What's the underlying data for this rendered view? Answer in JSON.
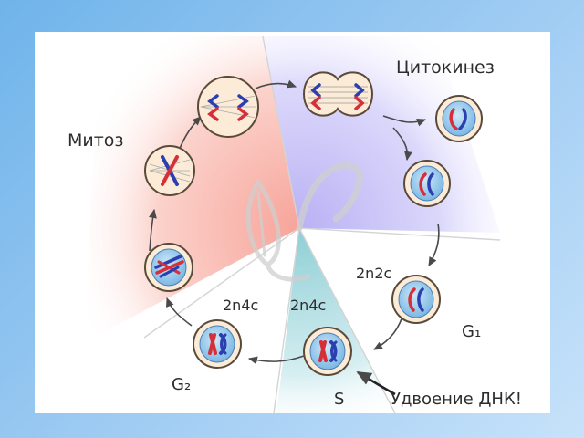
{
  "labels": {
    "cytokinesis": "Цитокинез",
    "mitosis": "Митоз",
    "g1": "G₁",
    "g2": "G₂",
    "s": "S",
    "dna_2n2c": "2n2c",
    "dna_2n4c_left": "2n4c",
    "dna_2n4c_right": "2n4c",
    "dna_duplication": "Удвоение ДНК!"
  },
  "colors": {
    "mitosis_sector": "#f7b7ad",
    "cytokinesis_sector": "#c9c3f6",
    "s_sector": "#a9dbe0",
    "chromosome_red": "#d62f3a",
    "chromosome_blue": "#2b3fb0",
    "nucleus": "#8ec5ea",
    "cell_fill": "#fcebd6",
    "cell_outline": "#5a4a3a"
  },
  "icons": {
    "watermark": "leaf-swirl-icon"
  }
}
